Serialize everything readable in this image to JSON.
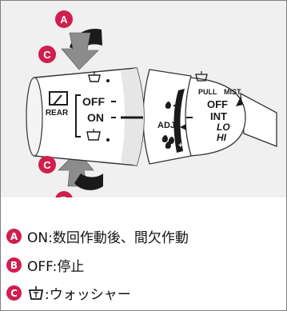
{
  "illustration": {
    "markers": {
      "a": "A",
      "b": "B",
      "c": "C"
    },
    "rear_label": "REAR",
    "off_label": "OFF",
    "on_label": "ON",
    "adj_label": "ADJ",
    "plus_label": "+",
    "pull_label": "PULL",
    "mist_label": "MIST",
    "speeds": {
      "off": "OFF",
      "int": "INT",
      "lo": "LO",
      "hi": "HI"
    }
  },
  "legend": [
    {
      "badge": "A",
      "text": "ON:数回作動後、間欠作動"
    },
    {
      "badge": "B",
      "text": "OFF:停止"
    },
    {
      "badge": "C",
      "text": ":ウォッシャー"
    }
  ],
  "colors": {
    "badge": "#cf1f4f",
    "background": "#f0f0f0",
    "arrow": "#8c8c8c",
    "arrow_dark": "#1a1a1a"
  },
  "icons": {
    "washer": "windshield-washer-icon",
    "rear_wiper": "rear-wiper-icon"
  }
}
